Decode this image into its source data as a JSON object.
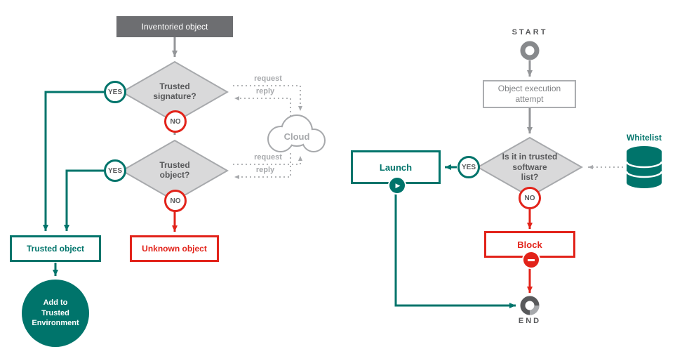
{
  "colors": {
    "teal": "#00746B",
    "red": "#E2231A",
    "dark_gray": "#6D6E71",
    "flow_gray": "#949699",
    "light_gray": "#A7A9AC",
    "diamond_fill": "#D9D9DA",
    "text_dark": "#58595B"
  },
  "left": {
    "inventoried": "Inventoried object",
    "diamond_signature": "Trusted\nsignature?",
    "diamond_object": "Trusted\nobject?",
    "yes": "YES",
    "no": "NO",
    "request": "request",
    "reply": "reply",
    "cloud": "Cloud",
    "trusted_object": "Trusted object",
    "unknown_object": "Unknown object",
    "add_to_trusted": "Add to\nTrusted\nEnvironment"
  },
  "right": {
    "start": "START",
    "execution_attempt": "Object execution\nattempt",
    "diamond_whitelist": "Is it in trusted\nsoftware\nlist?",
    "yes": "YES",
    "no": "NO",
    "launch": "Launch",
    "block": "Block",
    "whitelist": "Whitelist",
    "end": "END"
  }
}
